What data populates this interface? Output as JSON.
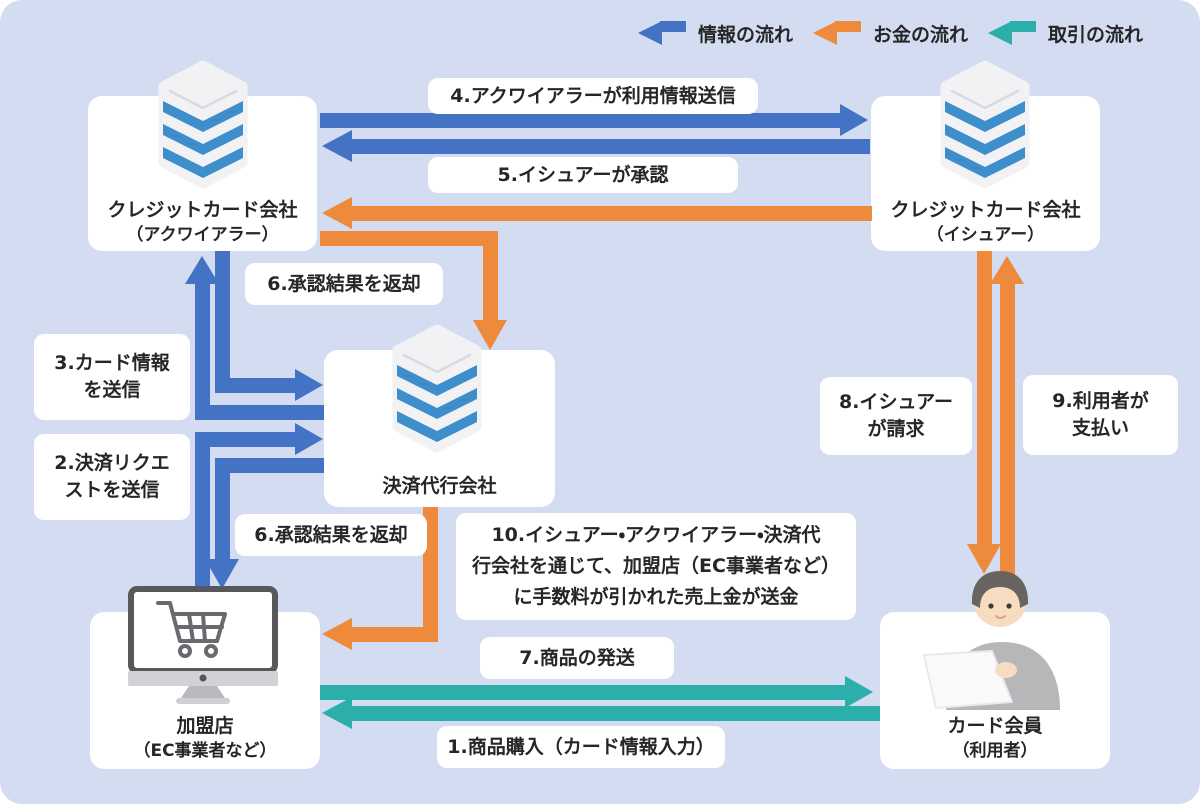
{
  "legend": {
    "items": [
      {
        "name": "info-flow",
        "label": "情報の流れ",
        "color": "#4472C4"
      },
      {
        "name": "money-flow",
        "label": "お金の流れ",
        "color": "#ED8A3C"
      },
      {
        "name": "transaction-flow",
        "label": "取引の流れ",
        "color": "#2CAEAB"
      }
    ]
  },
  "nodes": {
    "acquirer": {
      "lines": [
        "クレジットカード会社",
        "（アクワイアラー）"
      ],
      "icon": "server-icon"
    },
    "issuer": {
      "lines": [
        "クレジットカード会社",
        "（イシュアー）"
      ],
      "icon": "server-icon"
    },
    "processor": {
      "lines": [
        "決済代行会社"
      ],
      "icon": "server-icon"
    },
    "merchant": {
      "lines": [
        "加盟店",
        "（EC事業者など）"
      ],
      "icon": "monitor-cart-icon"
    },
    "member": {
      "lines": [
        "カード会員",
        "（利用者）"
      ],
      "icon": "person-laptop-icon"
    }
  },
  "flow_labels": {
    "f1": {
      "lines": [
        "1.商品購入（カード情報入力）"
      ]
    },
    "f2": {
      "lines": [
        "2.決済リクエ",
        "ストを送信"
      ]
    },
    "f3": {
      "lines": [
        "3.カード情報",
        "を送信"
      ]
    },
    "f4": {
      "lines": [
        "4.アクワイアラーが利用情報送信"
      ]
    },
    "f5": {
      "lines": [
        "5.イシュアーが承認"
      ]
    },
    "f6a": {
      "lines": [
        "6.承認結果を返却"
      ]
    },
    "f6b": {
      "lines": [
        "6.承認結果を返却"
      ]
    },
    "f7": {
      "lines": [
        "7.商品の発送"
      ]
    },
    "f8": {
      "lines": [
        "8.イシュアー",
        "が請求"
      ]
    },
    "f9": {
      "lines": [
        "9.利用者が",
        "支払い"
      ]
    },
    "f10": {
      "lines": [
        "10.イシュアー・アクワイアラー・決済代",
        "行会社を通じて、加盟店（EC事業者など）",
        "に手数料が引かれた売上金が送金"
      ]
    }
  },
  "colors": {
    "background": "#D3DCF0",
    "info_flow": "#4472C4",
    "money_flow": "#ED8A3C",
    "transaction_flow": "#2CAEAB",
    "server_stripe": "#3E8ECB",
    "label_text": "#262626",
    "box": "#FFFFFF"
  }
}
